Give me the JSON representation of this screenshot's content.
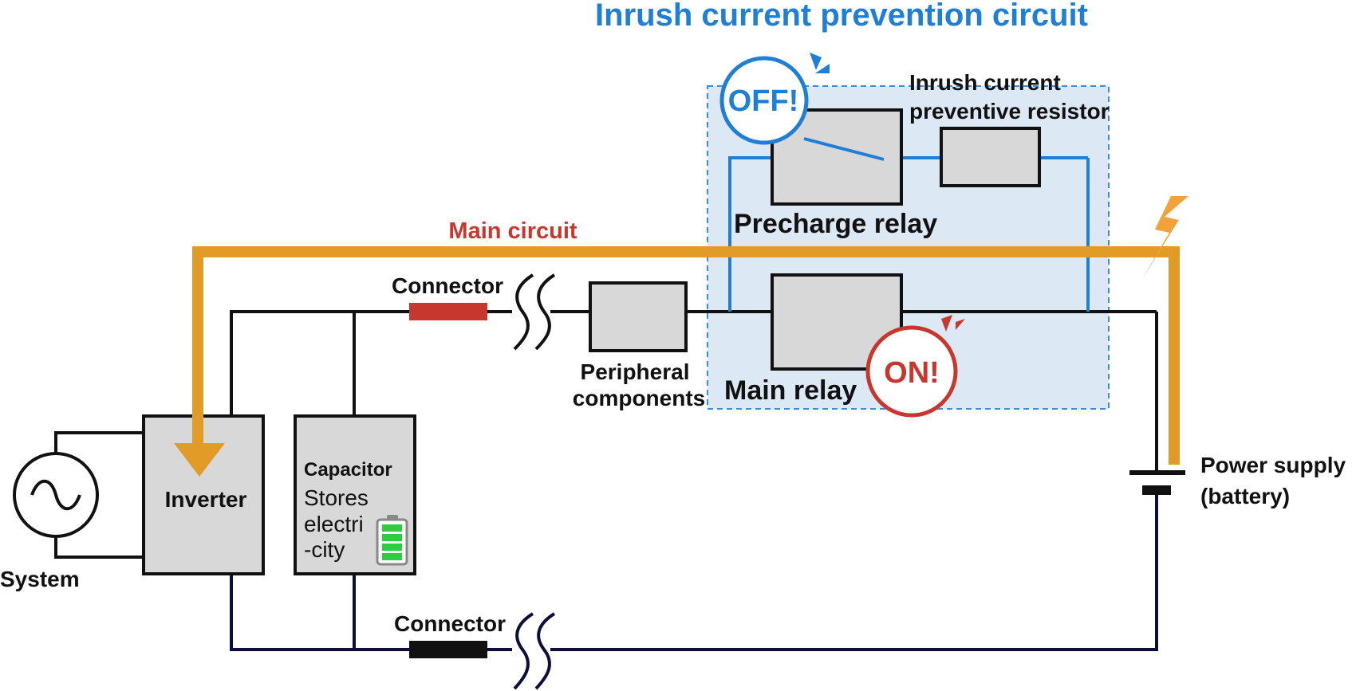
{
  "title": "Inrush current prevention circuit",
  "main_circuit_label": "Main circuit",
  "top_connector_label": "Connector",
  "bottom_connector_label": "Connector",
  "peripheral_label_line1": "Peripheral",
  "peripheral_label_line2": "components",
  "main_relay_label": "Main relay",
  "precharge_relay_label": "Precharge relay",
  "resistor_label_line1": "Inrush current",
  "resistor_label_line2": "preventive resistor",
  "off_badge": "OFF!",
  "on_badge": "ON!",
  "power_supply_line1": "Power supply",
  "power_supply_line2": "(battery)",
  "inverter_label": "Inverter",
  "capacitor_title": "Capacitor",
  "capacitor_desc_line1": "Stores",
  "capacitor_desc_line2": "electri",
  "capacitor_desc_line3": "-city",
  "system_label": "System",
  "colors": {
    "title_blue": "#1f7fd6",
    "main_circuit_red": "#c8372d",
    "current_orange": "#e39b28",
    "component_gray": "#d8d8d8",
    "inrush_panel": "#dde8f5",
    "wire_black": "#111111",
    "wire_navy": "#0e0e3a",
    "battery_green": "#2ecc40"
  },
  "icons": {
    "system": "ac-source-icon",
    "battery": "battery-charge-icon",
    "spark": "lightning-icon",
    "break": "wire-break-icon"
  }
}
